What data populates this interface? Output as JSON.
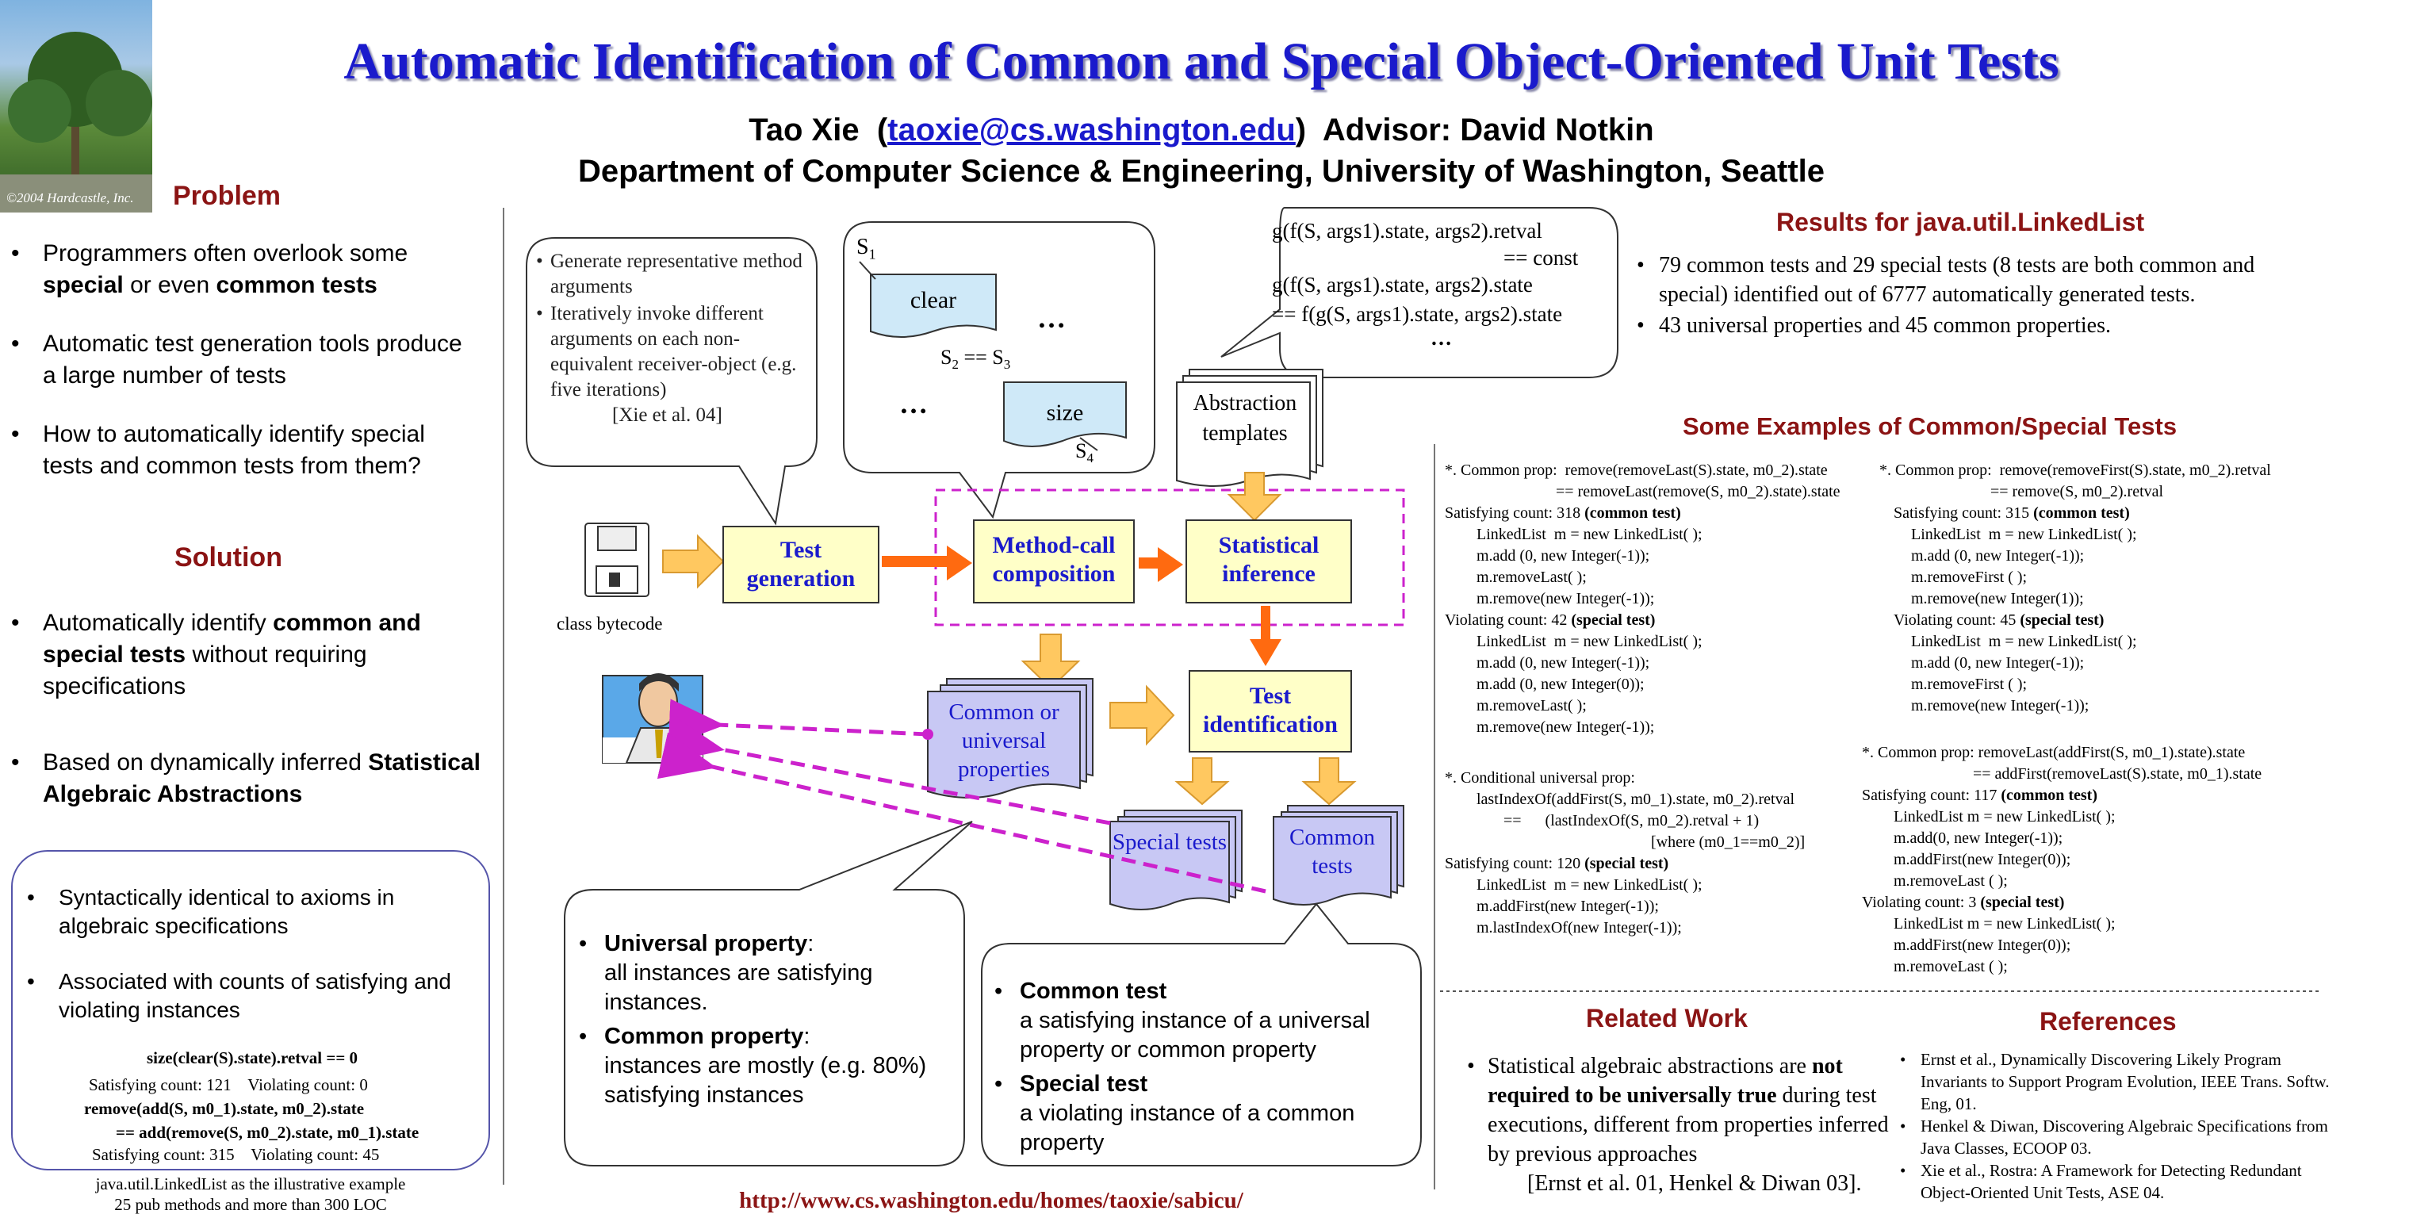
{
  "header": {
    "title": "Automatic Identification of Common and Special Object-Oriented Unit Tests",
    "author": "Tao Xie",
    "email": "taoxie@cs.washington.edu",
    "advisor": "Advisor: David Notkin",
    "department": "Department of Computer Science & Engineering, University of Washington, Seattle",
    "photo_caption": "©2004 Hardcastle, Inc."
  },
  "problem": {
    "heading": "Problem",
    "items": [
      {
        "pre": "Programmers often overlook some ",
        "b1": "special",
        "mid": " or even ",
        "b2": "common tests"
      },
      {
        "text": "Automatic test generation tools produce a large number of tests"
      },
      {
        "text": "How to automatically identify special tests and common tests from them?"
      }
    ]
  },
  "solution": {
    "heading": "Solution",
    "items": [
      {
        "pre": "Automatically identify ",
        "b": "common and special tests",
        "post": " without requiring specifications"
      },
      {
        "pre": "Based on dynamically inferred ",
        "b": "Statistical Algebraic Abstractions"
      }
    ],
    "box": {
      "item1": "Syntactically identical to axioms in algebraic specifications",
      "item2": "Associated with counts of satisfying and violating instances",
      "ex1": "size(clear(S).state).retval == 0",
      "ex1_counts": "Satisfying count: 121    Violating count: 0",
      "ex2a": "remove(add(S, m0_1).state, m0_2).state",
      "ex2b": "== add(remove(S, m0_2).state, m0_1).state",
      "ex2_counts": "Satisfying count: 315    Violating count: 45"
    },
    "note1": "java.util.LinkedList as the illustrative example",
    "note2": "25 pub methods and more than 300 LOC"
  },
  "diagram": {
    "bubble1_item1": "Generate representative method arguments",
    "bubble1_item2": "Iteratively invoke different arguments on each non-equivalent receiver-object (e.g. five iterations)",
    "bubble1_cite": "[Xie et al. 04]",
    "s1": "S",
    "s1_sub": "1",
    "clear": "clear",
    "dots1": "…",
    "s2s3": "S",
    "s2_sub": "2",
    "eqeq": " == S",
    "s3_sub": "3",
    "dots2": "…",
    "size": "size",
    "s4": "S",
    "s4_sub": "4",
    "expr1": "g(f(S, args1).state, args2).retval",
    "expr2": "== const",
    "expr3": "g(f(S, args1).state, args2).state",
    "expr4": "==  f(g(S, args1).state, args2).state",
    "dots3": "…",
    "abstraction_templates": "Abstraction templates",
    "class_bytecode": "class bytecode",
    "test_generation": "Test generation",
    "method_call_composition": "Method-call composition",
    "statistical_inference": "Statistical inference",
    "test_identification": "Test identification",
    "common_universal": "Common or universal properties",
    "special_tests": "Special tests",
    "common_tests": "Common tests",
    "universal_property_b": "Universal property",
    "universal_property_t": "all instances are satisfying instances.",
    "common_property_b": "Common property",
    "common_property_t": "instances are mostly (e.g. 80%) satisfying instances",
    "common_test_b": "Common test",
    "common_test_t": "a satisfying instance of a universal property or common property",
    "special_test_b": "Special test",
    "special_test_t": "a violating instance of a common property"
  },
  "results": {
    "heading": "Results for java.util.LinkedList",
    "item1": "79 common tests and 29 special tests (8 tests are both common and special) identified out of 6777 automatically generated tests.",
    "item2": "43 universal properties and 45 common properties."
  },
  "examples": {
    "heading": "Some Examples of Common/Special Tests",
    "left": [
      {
        "t": "*. Common prop:  remove(removeLast(S).state, m0_2).state",
        "c": ""
      },
      {
        "t": "== removeLast(remove(S, m0_2).state).state",
        "c": "ind2x"
      },
      {
        "t": "Satisfying count: 318 ",
        "b": "(common test)",
        "c": ""
      },
      {
        "t": "LinkedList  m = new LinkedList( );",
        "c": "ind"
      },
      {
        "t": "m.add (0, new Integer(-1));",
        "c": "ind"
      },
      {
        "t": "m.removeLast( );",
        "c": "ind"
      },
      {
        "t": "m.remove(new Integer(-1));",
        "c": "ind"
      },
      {
        "t": "Violating count: 42 ",
        "b": "(special test)",
        "c": ""
      },
      {
        "t": "LinkedList  m = new LinkedList( );",
        "c": "ind"
      },
      {
        "t": "m.add (0, new Integer(-1));",
        "c": "ind"
      },
      {
        "t": "m.add (0, new Integer(0));",
        "c": "ind"
      },
      {
        "t": "m.removeLast( );",
        "c": "ind"
      },
      {
        "t": "m.remove(new Integer(-1));",
        "c": "ind"
      }
    ],
    "left2": [
      {
        "t": "*. Conditional universal prop:",
        "c": ""
      },
      {
        "t": "lastIndexOf(addFirst(S, m0_1).state, m0_2).retval",
        "c": "ind"
      },
      {
        "t": "==      (lastIndexOf(S, m0_2).retval + 1)",
        "c": "ind2"
      },
      {
        "t": "[where (m0_1==m0_2)]",
        "c": "where"
      },
      {
        "t": "Satisfying count: 120 ",
        "b": "(special test)",
        "c": ""
      },
      {
        "t": "LinkedList  m = new LinkedList( );",
        "c": "ind"
      },
      {
        "t": "m.addFirst(new Integer(-1));",
        "c": "ind"
      },
      {
        "t": "m.lastIndexOf(new Integer(-1));",
        "c": "ind"
      }
    ],
    "right": [
      {
        "t": "*. Common prop:  remove(removeFirst(S).state, m0_2).retval",
        "c": ""
      },
      {
        "t": "== remove(S, m0_2).retval",
        "c": "ind2x"
      },
      {
        "t": "Satisfying count: 315 ",
        "b": "(common test)",
        "c": "ind1"
      },
      {
        "t": "LinkedList  m = new LinkedList( );",
        "c": "ind"
      },
      {
        "t": "m.add (0, new Integer(-1));",
        "c": "ind"
      },
      {
        "t": "m.removeFirst ( );",
        "c": "ind"
      },
      {
        "t": "m.remove(new Integer(1));",
        "c": "ind"
      },
      {
        "t": "Violating count: 45 ",
        "b": "(special test)",
        "c": "ind1"
      },
      {
        "t": "LinkedList  m = new LinkedList( );",
        "c": "ind"
      },
      {
        "t": "m.add (0, new Integer(-1));",
        "c": "ind"
      },
      {
        "t": "m.removeFirst ( );",
        "c": "ind"
      },
      {
        "t": "m.remove(new Integer(-1));",
        "c": "ind"
      }
    ],
    "right2": [
      {
        "t": "*. Common prop: removeLast(addFirst(S, m0_1).state).state",
        "c": ""
      },
      {
        "t": "== addFirst(removeLast(S).state, m0_1).state",
        "c": "ind2x"
      },
      {
        "t": "Satisfying count: 117 ",
        "b": "(common test)",
        "c": ""
      },
      {
        "t": "LinkedList m = new LinkedList( );",
        "c": "ind"
      },
      {
        "t": "m.add(0, new Integer(-1));",
        "c": "ind"
      },
      {
        "t": "m.addFirst(new Integer(0));",
        "c": "ind"
      },
      {
        "t": "m.removeLast ( );",
        "c": "ind"
      },
      {
        "t": "Violating count: 3 ",
        "b": "(special test)",
        "c": ""
      },
      {
        "t": "LinkedList m = new LinkedList( );",
        "c": "ind"
      },
      {
        "t": "m.addFirst(new Integer(0));",
        "c": "ind"
      },
      {
        "t": "m.removeLast ( );",
        "c": "ind"
      }
    ]
  },
  "related": {
    "heading": "Related Work",
    "pre": "Statistical algebraic abstractions are ",
    "b": "not required to be universally true",
    "post": " during test executions, different from properties inferred by previous approaches",
    "cite": "[Ernst et al. 01, Henkel & Diwan 03]."
  },
  "references": {
    "heading": "References",
    "items": [
      "Ernst et al., Dynamically Discovering Likely Program Invariants to Support Program Evolution, IEEE Trans. Softw. Eng, 01.",
      "Henkel & Diwan,  Discovering Algebraic Specifications from Java Classes, ECOOP 03.",
      "Xie et al., Rostra: A Framework for Detecting Redundant Object-Oriented Unit Tests, ASE 04."
    ]
  },
  "footer_url": "http://www.cs.washington.edu/homes/taoxie/sabicu/"
}
